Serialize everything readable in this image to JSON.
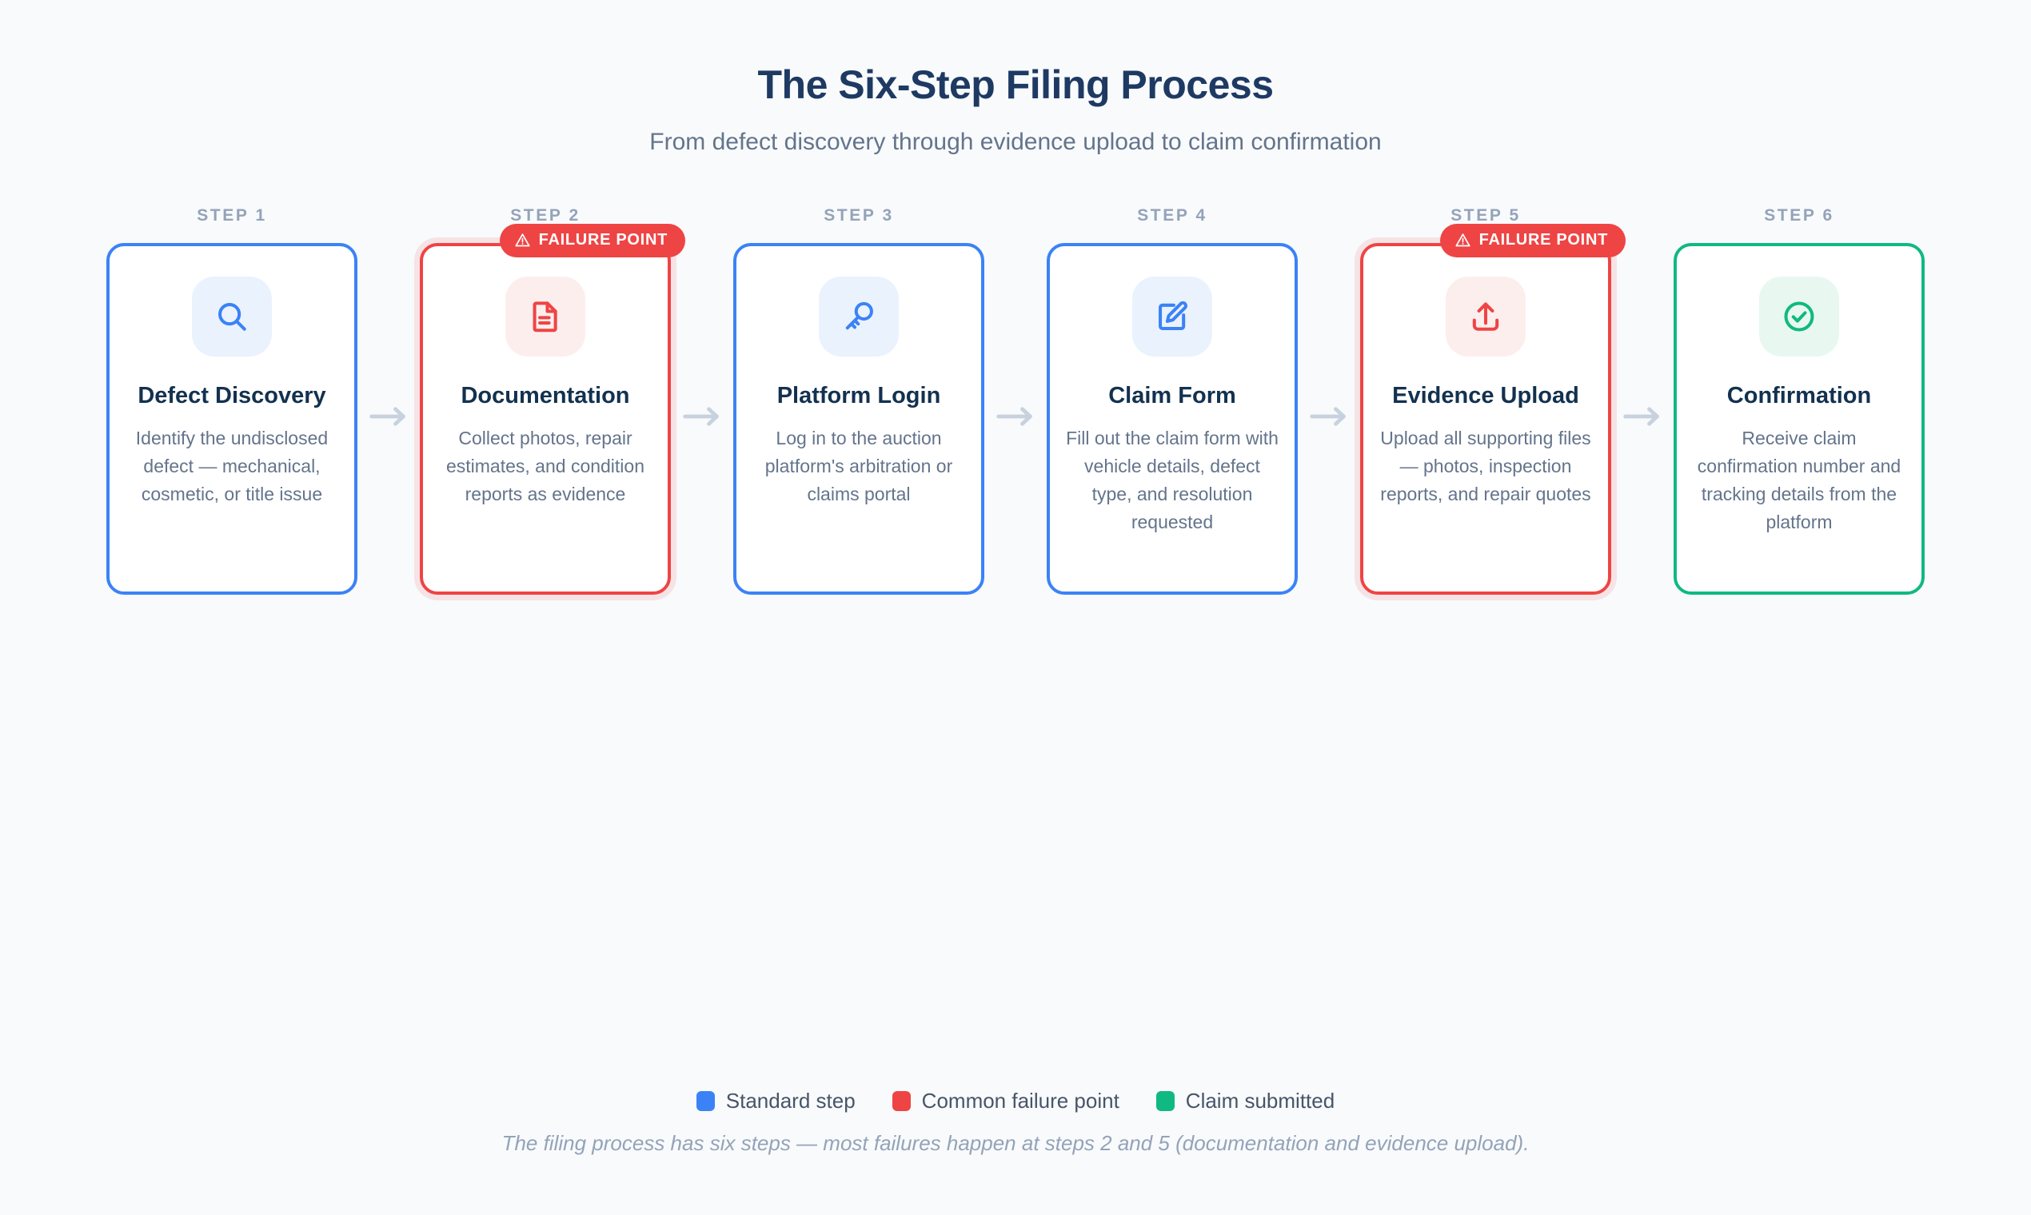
{
  "header": {
    "title": "The Six-Step Filing Process",
    "subtitle": "From defect discovery through evidence upload to claim confirmation"
  },
  "colors": {
    "standard": "#3b82f6",
    "failure": "#ef4444",
    "success": "#10b981",
    "background": "#f8fafc",
    "title": "#1e3a63",
    "step_label": "#94a3b8",
    "body_text": "#64748b",
    "card_title": "#13314f",
    "arrow": "#c7d2de"
  },
  "badge": {
    "label": "FAILURE POINT",
    "icon": "warning-triangle-icon"
  },
  "arrow_icon": "arrow-right-icon",
  "steps": [
    {
      "step_label": "STEP 1",
      "title": "Defect Discovery",
      "description": "Identify the undisclosed defect — mechanical, cosmetic, or title issue",
      "icon": "search-icon",
      "state": "standard",
      "badge": null
    },
    {
      "step_label": "STEP 2",
      "title": "Documentation",
      "description": "Collect photos, repair estimates, and condition reports as evidence",
      "icon": "document-icon",
      "state": "failure",
      "badge": "FAILURE POINT"
    },
    {
      "step_label": "STEP 3",
      "title": "Platform Login",
      "description": "Log in to the auction platform's arbitration or claims portal",
      "icon": "key-icon",
      "state": "standard",
      "badge": null
    },
    {
      "step_label": "STEP 4",
      "title": "Claim Form",
      "description": "Fill out the claim form with vehicle details, defect type, and resolution requested",
      "icon": "edit-square-icon",
      "state": "standard",
      "badge": null
    },
    {
      "step_label": "STEP 5",
      "title": "Evidence Upload",
      "description": "Upload all supporting files — photos, inspection reports, and repair quotes",
      "icon": "upload-icon",
      "state": "failure",
      "badge": "FAILURE POINT"
    },
    {
      "step_label": "STEP 6",
      "title": "Confirmation",
      "description": "Receive claim confirmation number and tracking details from the platform",
      "icon": "check-circle-icon",
      "state": "success",
      "badge": null
    }
  ],
  "legend": [
    {
      "label": "Standard step",
      "color": "#3b82f6"
    },
    {
      "label": "Common failure point",
      "color": "#ef4444"
    },
    {
      "label": "Claim submitted",
      "color": "#10b981"
    }
  ],
  "footnote": "The filing process has six steps — most failures happen at steps 2 and 5 (documentation and evidence upload)."
}
